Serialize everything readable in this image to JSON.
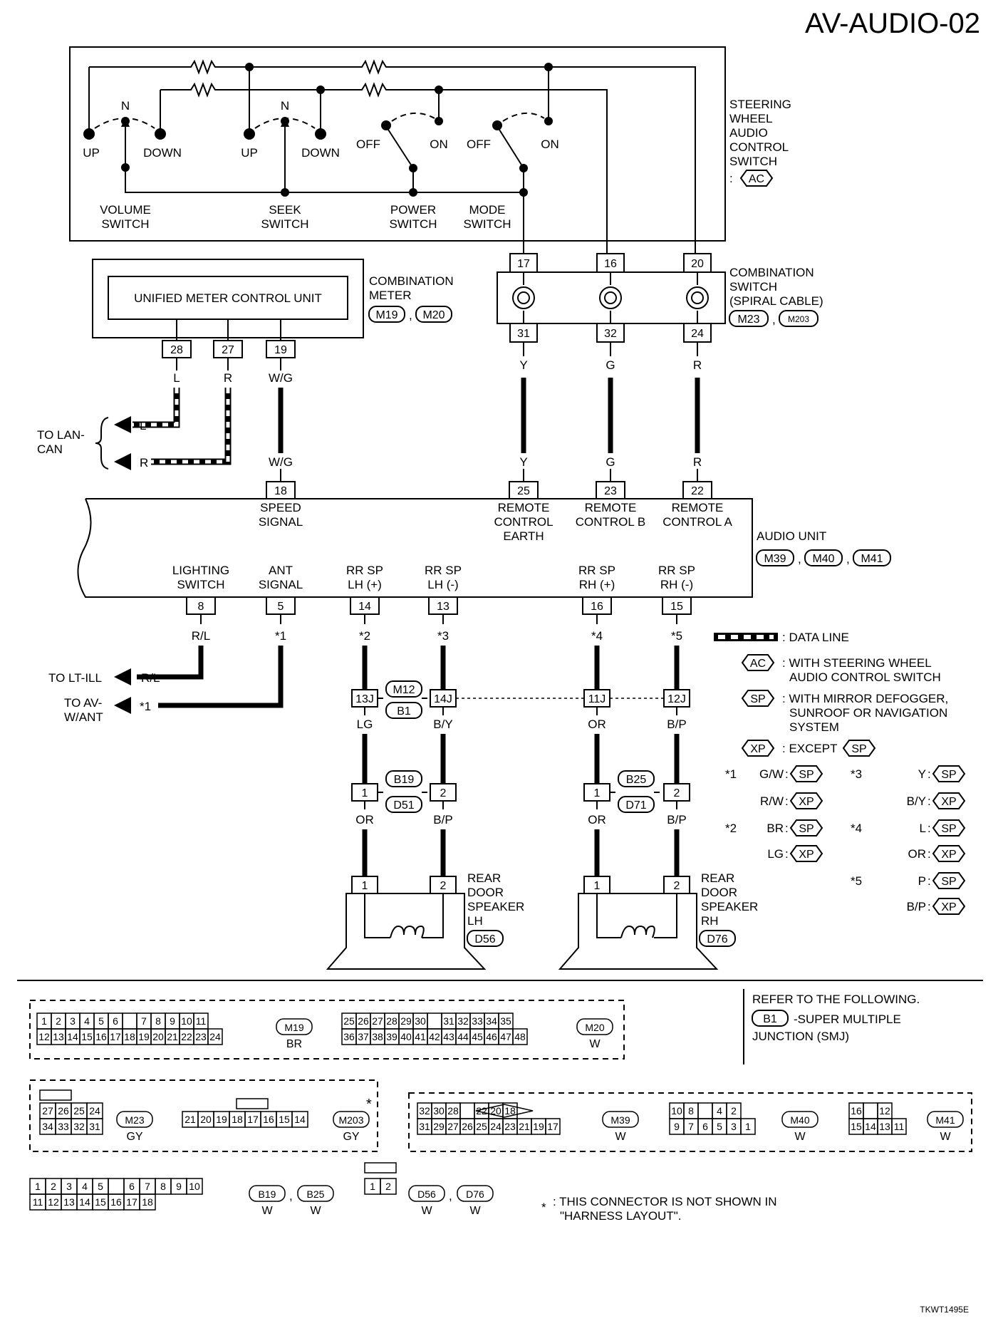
{
  "page_title": "AV-AUDIO-02",
  "footer_code": "TKWT1495E",
  "steering_switch": {
    "name_lines": [
      "STEERING",
      "WHEEL",
      "AUDIO",
      "CONTROL",
      "SWITCH"
    ],
    "connector": "AC",
    "volume": {
      "label_lines": [
        "VOLUME",
        "SWITCH"
      ],
      "up": "UP",
      "down": "DOWN",
      "neutral": "N"
    },
    "seek": {
      "label_lines": [
        "SEEK",
        "SWITCH"
      ],
      "up": "UP",
      "down": "DOWN",
      "neutral": "N"
    },
    "power": {
      "label_lines": [
        "POWER",
        "SWITCH"
      ],
      "off": "OFF",
      "on": "ON"
    },
    "mode": {
      "label_lines": [
        "MODE",
        "SWITCH"
      ],
      "off": "OFF",
      "on": "ON"
    }
  },
  "combination_switch": {
    "name_lines": [
      "COMBINATION",
      "SWITCH",
      "(SPIRAL CABLE)"
    ],
    "connectors": [
      "M23",
      "M203"
    ],
    "top_pins": [
      "17",
      "16",
      "20"
    ],
    "bottom_pins": [
      "31",
      "32",
      "24"
    ]
  },
  "combination_meter": {
    "name_lines": [
      "COMBINATION",
      "METER"
    ],
    "unit_label": "UNIFIED METER CONTROL UNIT",
    "connectors": [
      "M19",
      "M20"
    ],
    "pins": [
      "28",
      "27",
      "19"
    ]
  },
  "lan_can": {
    "label_lines": [
      "TO LAN-",
      "CAN"
    ],
    "l_wire": "L",
    "r_wire": "R",
    "speed_wire": "W/G"
  },
  "wire_colors_upper": [
    "Y",
    "G",
    "R"
  ],
  "audio_unit": {
    "name": "AUDIO UNIT",
    "connectors": [
      "M39",
      "M40",
      "M41"
    ],
    "top_terminals": [
      {
        "pin": "18",
        "lines": [
          "SPEED",
          "SIGNAL"
        ]
      },
      {
        "pin": "25",
        "lines": [
          "REMOTE",
          "CONTROL",
          "EARTH"
        ]
      },
      {
        "pin": "23",
        "lines": [
          "REMOTE",
          "CONTROL B"
        ]
      },
      {
        "pin": "22",
        "lines": [
          "REMOTE",
          "CONTROL A"
        ]
      }
    ],
    "bottom_terminals": [
      {
        "pin": "8",
        "lines": [
          "LIGHTING",
          "SWITCH"
        ],
        "wire": "R/L"
      },
      {
        "pin": "5",
        "lines": [
          "ANT",
          "SIGNAL"
        ],
        "wire": "*1"
      },
      {
        "pin": "14",
        "lines": [
          "RR SP",
          "LH (+)"
        ],
        "wire": "*2"
      },
      {
        "pin": "13",
        "lines": [
          "RR SP",
          "LH (-)"
        ],
        "wire": "*3"
      },
      {
        "pin": "16",
        "lines": [
          "RR SP",
          "RH (+)"
        ],
        "wire": "*4"
      },
      {
        "pin": "15",
        "lines": [
          "RR SP",
          "RH (-)"
        ],
        "wire": "*5"
      }
    ]
  },
  "outputs": {
    "lt_ill": {
      "label": "TO LT-ILL",
      "wire": "R/L"
    },
    "av_ant": {
      "label_lines": [
        "TO AV-",
        "W/ANT"
      ],
      "wire": "*1"
    }
  },
  "smj_row": {
    "connectors": [
      "M12",
      "B1"
    ],
    "pins": [
      "13J",
      "14J",
      "11J",
      "12J"
    ],
    "wires": [
      "LG",
      "B/Y",
      "OR",
      "B/P"
    ]
  },
  "door_connectors": {
    "left": {
      "connectors": [
        "B19",
        "D51"
      ],
      "pins": [
        "1",
        "2"
      ],
      "wires": [
        "OR",
        "B/P"
      ]
    },
    "right": {
      "connectors": [
        "B25",
        "D71"
      ],
      "pins": [
        "1",
        "2"
      ],
      "wires": [
        "OR",
        "B/P"
      ]
    }
  },
  "speakers": {
    "left": {
      "name_lines": [
        "REAR",
        "DOOR",
        "SPEAKER",
        "LH"
      ],
      "connector": "D56",
      "pins": [
        "1",
        "2"
      ]
    },
    "right": {
      "name_lines": [
        "REAR",
        "DOOR",
        "SPEAKER",
        "RH"
      ],
      "connector": "D76",
      "pins": [
        "1",
        "2"
      ]
    }
  },
  "legend": {
    "data_line": ": DATA LINE",
    "ac": {
      "tag": "AC",
      "lines": [
        ": WITH STEERING WHEEL",
        "AUDIO CONTROL SWITCH"
      ]
    },
    "sp": {
      "tag": "SP",
      "lines": [
        ": WITH MIRROR DEFOGGER,",
        "SUNROOF OR NAVIGATION",
        "SYSTEM"
      ]
    },
    "xp": {
      "tag": "XP",
      "text": ": EXCEPT",
      "ref": "SP"
    },
    "notes": [
      {
        "mark": "*1",
        "rows": [
          {
            "color": "G/W",
            "tag": "SP"
          },
          {
            "color": "R/W",
            "tag": "XP"
          }
        ]
      },
      {
        "mark": "*2",
        "rows": [
          {
            "color": "BR",
            "tag": "SP"
          },
          {
            "color": "LG",
            "tag": "XP"
          }
        ]
      },
      {
        "mark": "*3",
        "rows": [
          {
            "color": "Y",
            "tag": "SP"
          },
          {
            "color": "B/Y",
            "tag": "XP"
          }
        ]
      },
      {
        "mark": "*4",
        "rows": [
          {
            "color": "L",
            "tag": "SP"
          },
          {
            "color": "OR",
            "tag": "XP"
          }
        ]
      },
      {
        "mark": "*5",
        "rows": [
          {
            "color": "P",
            "tag": "SP"
          },
          {
            "color": "B/P",
            "tag": "XP"
          }
        ]
      }
    ]
  },
  "refer": {
    "heading": "REFER TO THE FOLLOWING.",
    "tag": "B1",
    "text": "-SUPER MULTIPLE",
    "text2": "JUNCTION (SMJ)"
  },
  "connector_views": [
    {
      "id": "M19",
      "color": "BR",
      "row1": [
        "1",
        "2",
        "3",
        "4",
        "5",
        "6",
        "",
        "7",
        "8",
        "9",
        "10",
        "11"
      ],
      "row2": [
        "12",
        "13",
        "14",
        "15",
        "16",
        "17",
        "18",
        "19",
        "20",
        "21",
        "22",
        "23",
        "24"
      ]
    },
    {
      "id": "M20",
      "color": "W",
      "row1": [
        "25",
        "26",
        "27",
        "28",
        "29",
        "30",
        "",
        "31",
        "32",
        "33",
        "34",
        "35"
      ],
      "row2": [
        "36",
        "37",
        "38",
        "39",
        "40",
        "41",
        "42",
        "43",
        "44",
        "45",
        "46",
        "47",
        "48"
      ]
    },
    {
      "id": "M23",
      "color": "GY",
      "row1": [
        "27",
        "26",
        "25",
        "24"
      ],
      "row2": [
        "34",
        "33",
        "32",
        "31"
      ]
    },
    {
      "id": "M203",
      "color": "GY",
      "row1": [
        "21",
        "20",
        "19",
        "18",
        "17",
        "16",
        "15",
        "14"
      ],
      "row2": []
    },
    {
      "id": "M39",
      "color": "W",
      "row1": [
        "32",
        "30",
        "28",
        "",
        "22",
        "20",
        "18"
      ],
      "row2": [
        "31",
        "29",
        "27",
        "26",
        "25",
        "24",
        "23",
        "21",
        "19",
        "17"
      ]
    },
    {
      "id": "M40",
      "color": "W",
      "row1": [
        "10",
        "8",
        "",
        "4",
        "2"
      ],
      "row2": [
        "9",
        "7",
        "6",
        "5",
        "3",
        "1"
      ]
    },
    {
      "id": "M41",
      "color": "W",
      "row1": [
        "16",
        "",
        "12"
      ],
      "row2": [
        "15",
        "14",
        "13",
        "11"
      ]
    },
    {
      "id": "B19",
      "color": "W",
      "row1": [
        "1",
        "2",
        "3",
        "4",
        "5",
        "",
        "6",
        "7",
        "8",
        "9",
        "10"
      ],
      "row2": [
        "11",
        "12",
        "13",
        "14",
        "15",
        "16",
        "17",
        "18"
      ]
    },
    {
      "id": "B25",
      "color": "W"
    },
    {
      "id": "D56",
      "color": "W",
      "row1": [
        "1",
        "2"
      ]
    },
    {
      "id": "D76",
      "color": "W"
    }
  ],
  "star_note": {
    "mark": "*",
    "lines": [
      ": THIS CONNECTOR IS NOT SHOWN IN",
      "\"HARNESS LAYOUT\"."
    ]
  }
}
